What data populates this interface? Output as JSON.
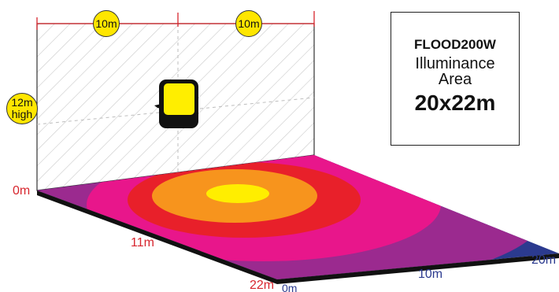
{
  "info_box": {
    "model": "FLOOD200W",
    "label_line1": "Illuminance",
    "label_line2": "Area",
    "size": "20x22m"
  },
  "wall": {
    "width_segment_left": "10m",
    "width_segment_right": "10m",
    "height_label_line1": "12m",
    "height_label_line2": "high"
  },
  "floor": {
    "origin_label": "0m",
    "depth_mid_label": "11m",
    "depth_end_label": "22m",
    "width_start_label": "0m",
    "width_mid_label": "10m",
    "width_end_label": "20m"
  },
  "colors": {
    "zone_outer": "#2b3a8f",
    "zone_2": "#9b2a8f",
    "zone_3": "#e8168b",
    "zone_4": "#e8202a",
    "zone_5": "#f7941d",
    "zone_center": "#ffee00",
    "dimension_line": "#d7262e",
    "badge_fill": "#ffe600"
  },
  "icons": {
    "floodlight": "floodlight-icon"
  }
}
